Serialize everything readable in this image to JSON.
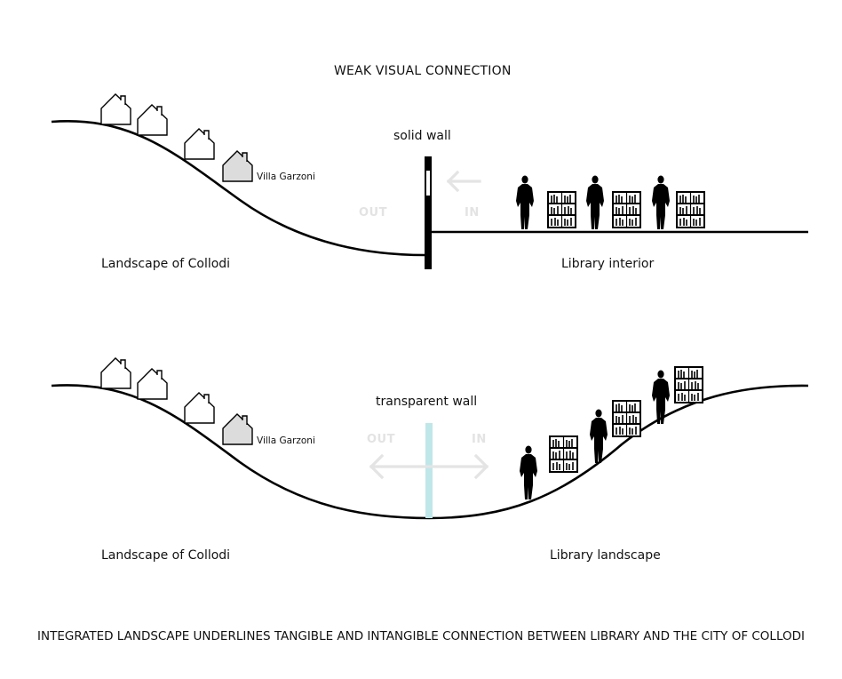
{
  "top": {
    "heading": "WEAK VISUAL CONNECTION",
    "wall_label": "solid wall",
    "out_label": "OUT",
    "in_label": "IN",
    "villa_label": "Villa Garzoni",
    "left_caption": "Landscape of Collodi",
    "right_caption": "Library interior"
  },
  "bottom": {
    "wall_label": "transparent wall",
    "out_label": "OUT",
    "in_label": "IN",
    "villa_label": "Villa Garzoni",
    "left_caption": "Landscape of Collodi",
    "right_caption": "Library landscape"
  },
  "footer": {
    "conclusion": "INTEGRATED LANDSCAPE UNDERLINES TANGIBLE AND INTANGIBLE CONNECTION BETWEEN LIBRARY AND THE CITY OF COLLODI"
  },
  "colors": {
    "line": "#000000",
    "glass": "#bfe7ea",
    "arrow_ghost": "#e4e4e4",
    "villa_fill": "#dcdcdc"
  },
  "icons": [
    "house-icon",
    "person-icon",
    "bookshelf-icon",
    "arrow-icon"
  ]
}
